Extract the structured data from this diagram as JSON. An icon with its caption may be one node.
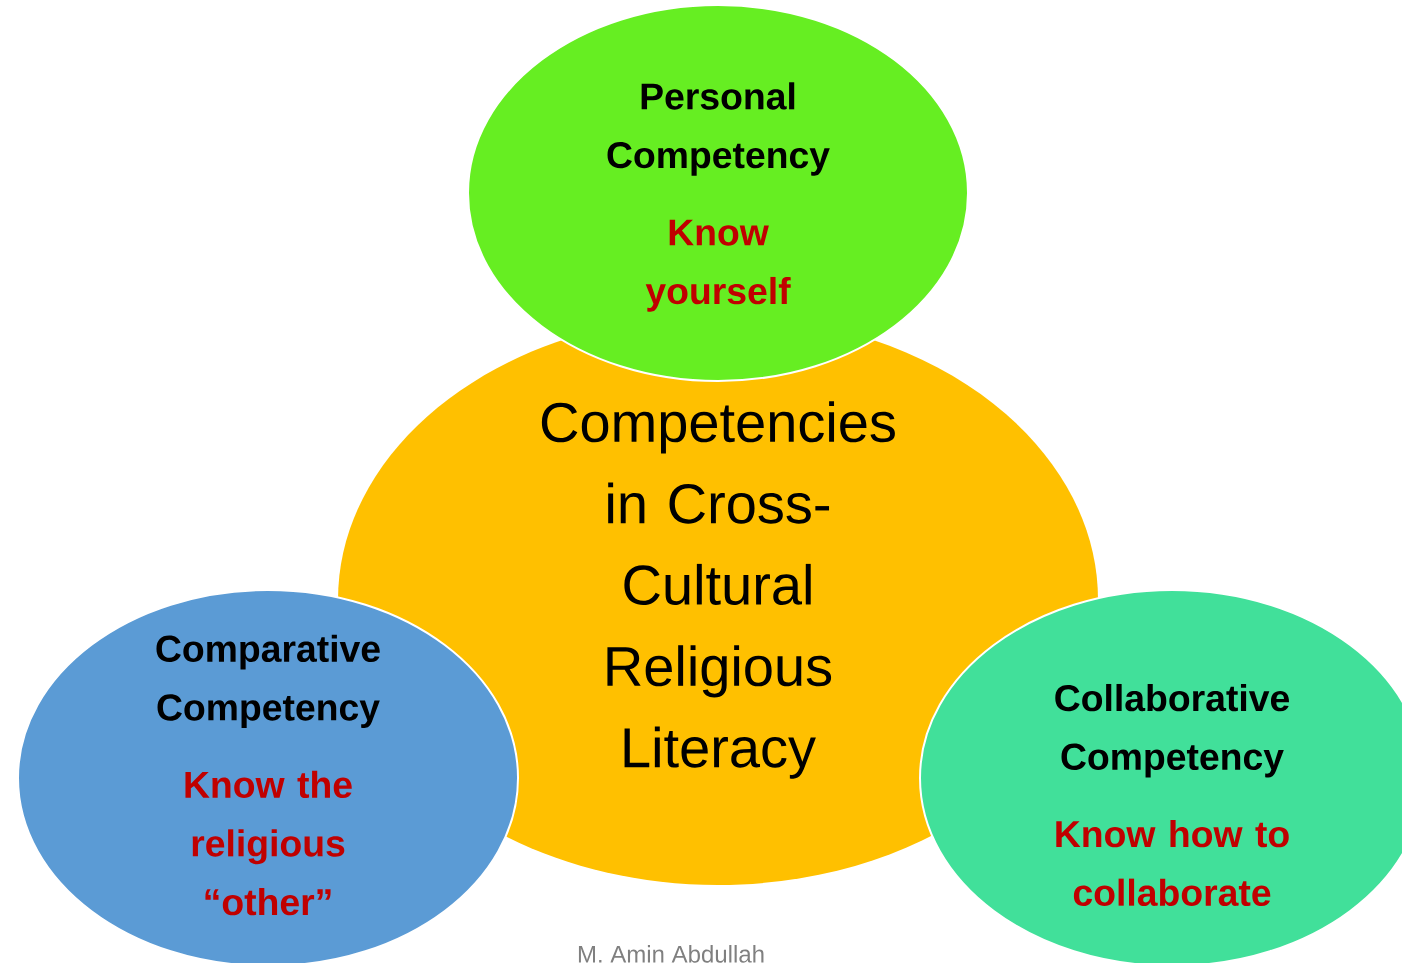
{
  "diagram": {
    "nodes": [
      {
        "text": [
          "Competencies in Cross-Cultural Religious Literacy"
        ]
      },
      {
        "text": [
          "Personal Competency",
          "Know yourself"
        ]
      },
      {
        "text": [
          "Comparative Competency",
          "Know the religious “other”"
        ]
      },
      {
        "text": [
          "Collaborative Competency",
          "Know how to collaborate"
        ]
      }
    ],
    "edges": [],
    "labels": [
      "M. Amin Abdullah"
    ]
  }
}
